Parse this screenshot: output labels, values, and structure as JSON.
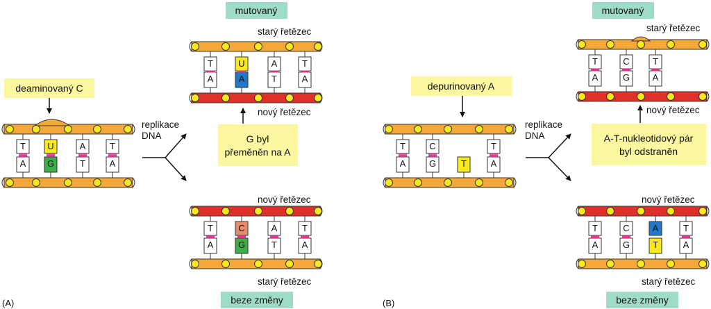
{
  "colors": {
    "backbone_old": "#f4a83a",
    "backbone_new": "#e0302a",
    "node": "#f7e81f",
    "callout": "#fbf6a0",
    "teal": "#9fdcc7",
    "hbond": "#d8368d",
    "base_U": "#f7e81f",
    "base_G": "#3fae49",
    "base_A_blue": "#1f78c8",
    "base_C_salmon": "#e98a6a",
    "base_T_yellow": "#f7e81f",
    "base_white": "#ffffff"
  },
  "panel_a": {
    "label": "(A)",
    "callout_damage": "deaminovaný C",
    "replication_line1": "replikace",
    "replication_line2": "DNA",
    "mutated_badge": "mutovaný",
    "unchanged_badge": "beze změny",
    "top_old_strand": "starý řetězec",
    "top_new_strand": "nový řetězec",
    "bottom_new_strand": "nový řetězec",
    "bottom_old_strand": "starý řetězec",
    "callout_result_line1": "G byl",
    "callout_result_line2": "přeměněn na A",
    "original_pairs": [
      {
        "top": "T",
        "bottom": "A"
      },
      {
        "top": "U",
        "bottom": "G"
      },
      {
        "top": "A",
        "bottom": "T"
      },
      {
        "top": "T",
        "bottom": "A"
      }
    ],
    "mutated_pairs": [
      {
        "top": "T",
        "bottom": "A"
      },
      {
        "top": "U",
        "bottom": "A"
      },
      {
        "top": "A",
        "bottom": "T"
      },
      {
        "top": "T",
        "bottom": "A"
      }
    ],
    "unchanged_pairs": [
      {
        "top": "T",
        "bottom": "A"
      },
      {
        "top": "C",
        "bottom": "G"
      },
      {
        "top": "A",
        "bottom": "T"
      },
      {
        "top": "T",
        "bottom": "A"
      }
    ]
  },
  "panel_b": {
    "label": "(B)",
    "callout_damage": "depurinovaný A",
    "replication_line1": "replikace",
    "replication_line2": "DNA",
    "mutated_badge": "mutovaný",
    "unchanged_badge": "beze změny",
    "top_old_strand": "starý řetězec",
    "top_new_strand": "nový řetězec",
    "bottom_new_strand": "nový řetězec",
    "bottom_old_strand": "starý řetězec",
    "callout_result_line1": "A-T-nukleotidový pár",
    "callout_result_line2": "byl odstraněn",
    "original_pairs": [
      {
        "top": "T",
        "bottom": "A"
      },
      {
        "top": "C",
        "bottom": "G"
      },
      {
        "top": "",
        "bottom": "T"
      },
      {
        "top": "T",
        "bottom": "A"
      }
    ],
    "mutated_pairs": [
      {
        "top": "T",
        "bottom": "A"
      },
      {
        "top": "C",
        "bottom": "G"
      },
      {
        "top": "T",
        "bottom": "A"
      }
    ],
    "unchanged_pairs": [
      {
        "top": "T",
        "bottom": "A"
      },
      {
        "top": "C",
        "bottom": "G"
      },
      {
        "top": "A",
        "bottom": "T"
      },
      {
        "top": "T",
        "bottom": "A"
      }
    ]
  }
}
